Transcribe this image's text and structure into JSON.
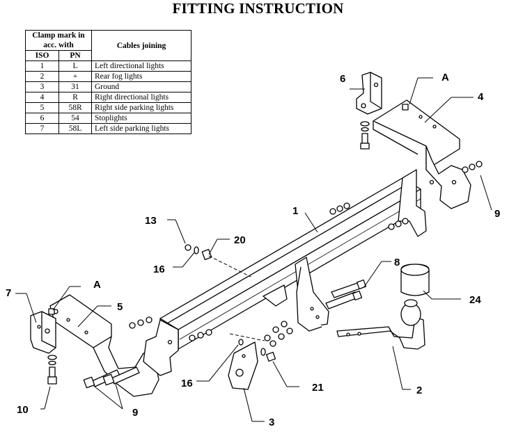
{
  "title": "FITTING INSTRUCTION",
  "table": {
    "header_clamp": "Clamp mark in acc. with",
    "header_iso": "ISO",
    "header_pn": "PN",
    "header_cables": "Cables joining",
    "rows": [
      {
        "iso": "1",
        "pn": "L",
        "cable": "Left directional lights"
      },
      {
        "iso": "2",
        "pn": "+",
        "cable": "Rear fog lights"
      },
      {
        "iso": "3",
        "pn": "31",
        "cable": "Ground"
      },
      {
        "iso": "4",
        "pn": "R",
        "cable": "Right directional lights"
      },
      {
        "iso": "5",
        "pn": "58R",
        "cable": "Right side parking lights"
      },
      {
        "iso": "6",
        "pn": "54",
        "cable": "Stoplights"
      },
      {
        "iso": "7",
        "pn": "58L",
        "cable": "Left side parking lights"
      }
    ]
  },
  "callouts": {
    "c1": "1",
    "c2": "2",
    "c3": "3",
    "c4": "4",
    "c5": "5",
    "c6": "6",
    "c7": "7",
    "c8": "8",
    "c9a": "9",
    "c9b": "9",
    "c10": "10",
    "c13": "13",
    "c16a": "16",
    "c16b": "16",
    "c20": "20",
    "c21": "21",
    "c24": "24",
    "detail_a1": "A",
    "detail_a2": "A"
  }
}
